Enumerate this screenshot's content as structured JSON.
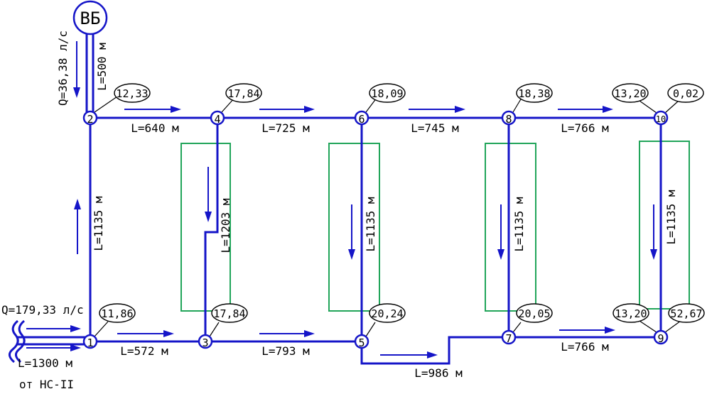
{
  "tower": {
    "label": "ВБ",
    "flow": "Q=36,38 л/с",
    "length": "L=500 м"
  },
  "inlet": {
    "flow": "Q=179,33 л/с",
    "length": "L=1300 м",
    "source": "от НС-II"
  },
  "nodes": [
    {
      "id": "1",
      "value": "11,86"
    },
    {
      "id": "2",
      "value": "12,33"
    },
    {
      "id": "3",
      "value": "17,84"
    },
    {
      "id": "4",
      "value": "17,84"
    },
    {
      "id": "5",
      "value": "20,24"
    },
    {
      "id": "6",
      "value": "18,09"
    },
    {
      "id": "7",
      "value": "20,05"
    },
    {
      "id": "8",
      "value": "18,38"
    },
    {
      "id": "9",
      "value": "13,20",
      "extra": "52,67"
    },
    {
      "id": "10",
      "value": "13,20",
      "extra": "0,02"
    }
  ],
  "pipes": {
    "p2_4": "L=640 м",
    "p4_6": "L=725 м",
    "p6_8": "L=745 м",
    "p8_10": "L=766 м",
    "p1_3": "L=572 м",
    "p3_5": "L=793 м",
    "p5_7": "L=986 м",
    "p7_9": "L=766 м",
    "p1_2": "L=1135 м",
    "p3_4": "L=1203 м",
    "p5_6": "L=1135 м",
    "p7_8": "L=1135 м",
    "p9_10": "L=1135 м"
  },
  "colors": {
    "pipe": "#1515c8",
    "zone": "#21a55a",
    "text": "#000000"
  }
}
